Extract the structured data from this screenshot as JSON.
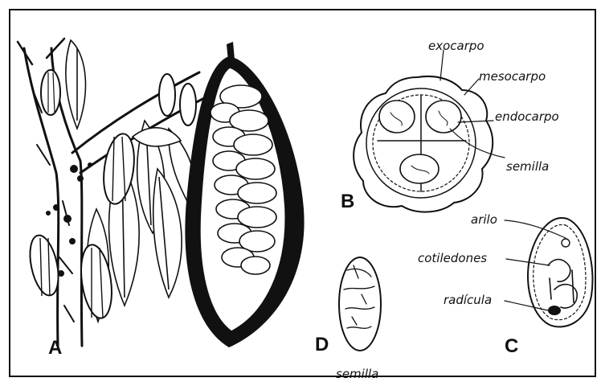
{
  "labels": {
    "A": "A",
    "B": "B",
    "C": "C",
    "D": "D",
    "exocarpo": "exocarpo",
    "mesocarpo": "mesocarpo",
    "endocarpo": "endocarpo",
    "semilla_b": "semilla",
    "arilo": "arilo",
    "cotiledones": "cotiledones",
    "radicula": "radícula",
    "semilla_d": "semilla"
  }
}
